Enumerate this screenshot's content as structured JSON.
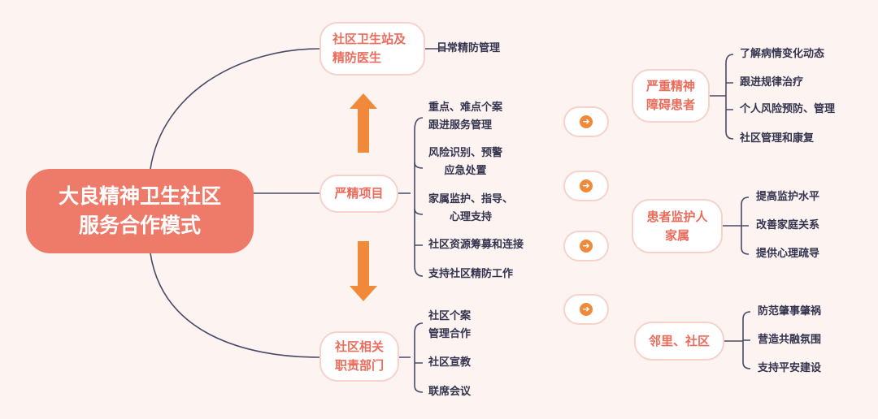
{
  "center": {
    "line1": "大良精神卫生社区",
    "line2": "服务合作模式"
  },
  "left_nodes": [
    {
      "line1": "社区卫生站及",
      "line2": "精防医生",
      "items": [
        [
          "日常精防管理"
        ]
      ]
    },
    {
      "line1": "严精项目",
      "items": [
        [
          "重点、难点个案",
          "跟进服务管理"
        ],
        [
          "风险识别、预警",
          "应急处置"
        ],
        [
          "家属监护、指导、",
          "心理支持"
        ],
        [
          "社区资源筹募和连接"
        ],
        [
          "支持社区精防工作"
        ]
      ]
    },
    {
      "line1": "社区相关",
      "line2": "职责部门",
      "items": [
        [
          "社区个案",
          "管理合作"
        ],
        [
          "社区宣教"
        ],
        [
          "联席会议"
        ]
      ]
    }
  ],
  "right_nodes": [
    {
      "line1": "严重精神",
      "line2": "障碍患者",
      "items": [
        "了解病情变化动态",
        "跟进规律治疗",
        "个人风险预防、管理",
        "社区管理和康复"
      ]
    },
    {
      "line1": "患者监护人",
      "line2": "家属",
      "items": [
        "提高监护水平",
        "改善家庭关系",
        "提供心理疏导"
      ]
    },
    {
      "line1": "邻里、社区",
      "items": [
        "防范肇事肇祸",
        "营造共融氛围",
        "支持平安建设"
      ]
    }
  ],
  "arrow_buttons": [
    "arrow-right-icon",
    "arrow-right-icon",
    "arrow-right-icon",
    "arrow-right-icon"
  ],
  "colors": {
    "background": "#fdf3f1",
    "center": "#ee7a6a",
    "node_text": "#ec6c5c",
    "arrow": "#f08a3a",
    "text": "#34344f"
  }
}
